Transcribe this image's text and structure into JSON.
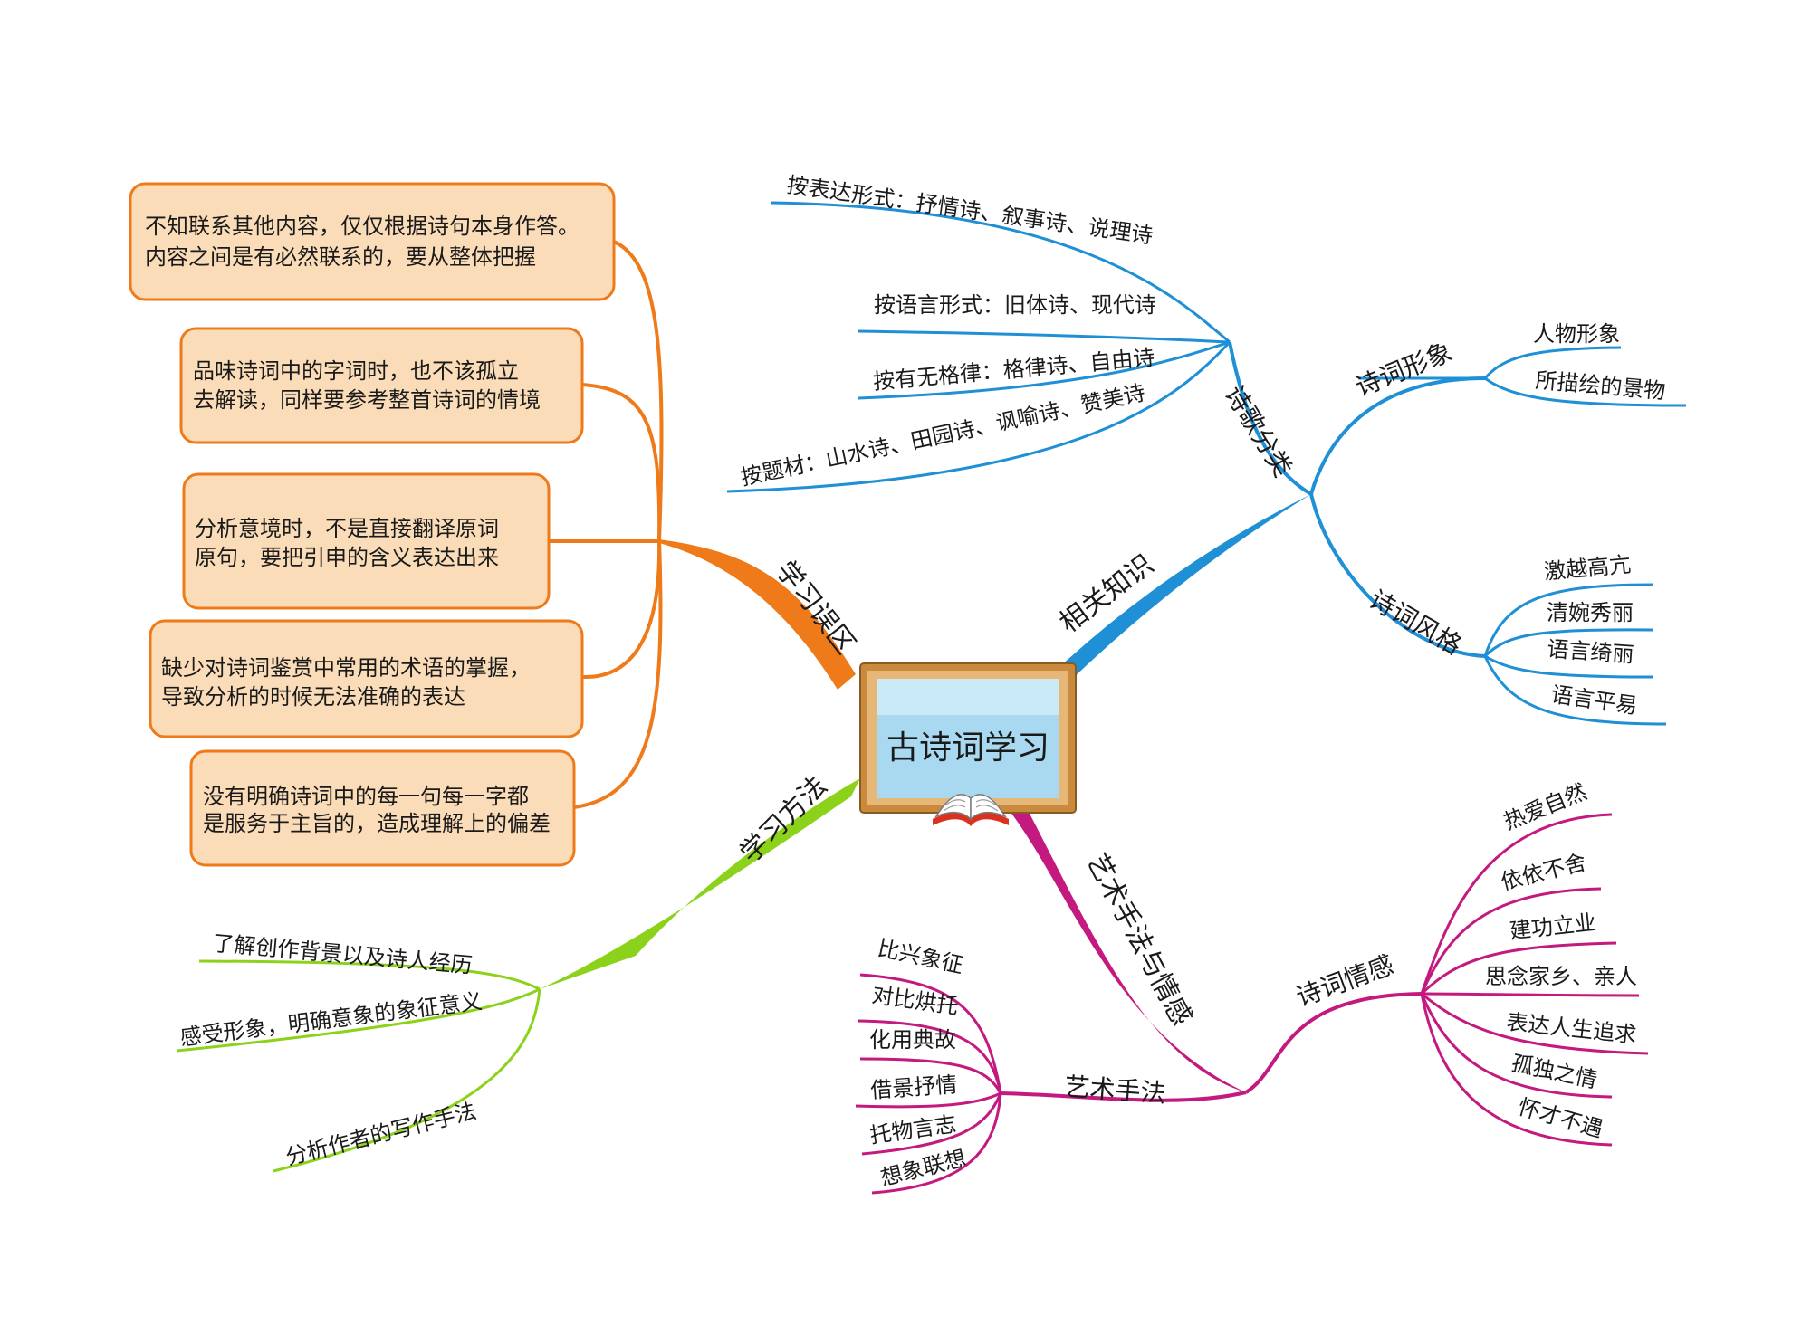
{
  "center": {
    "title": "古诗词学习"
  },
  "colors": {
    "blue": "#1f8fd6",
    "orange": "#ee7a1a",
    "green": "#8cd21a",
    "magenta": "#c4197f",
    "note_fill": "#fbdcb8",
    "board_frame": "#c98a3e",
    "board_screen": "#a9d9f0"
  },
  "branches": {
    "related": {
      "label": "相关知识",
      "poetry_types": {
        "label": "诗歌分类",
        "items": [
          "按表达形式：抒情诗、叙事诗、说理诗",
          "按语言形式：旧体诗、现代诗",
          "按有无格律：格律诗、自由诗",
          "按题材：山水诗、田园诗、讽喻诗、赞美诗"
        ]
      },
      "image": {
        "label": "诗词形象",
        "items": [
          "人物形象",
          "所描绘的景物"
        ]
      },
      "style": {
        "label": "诗词风格",
        "items": [
          "激越高亢",
          "清婉秀丽",
          "语言绮丽",
          "语言平易"
        ]
      }
    },
    "mistakes": {
      "label": "学习误区",
      "notes": [
        [
          "不知联系其他内容，仅仅根据诗句本身作答。",
          "内容之间是有必然联系的，要从整体把握"
        ],
        [
          "品味诗词中的字词时，也不该孤立",
          "去解读，同样要参考整首诗词的情境"
        ],
        [
          "分析意境时，不是直接翻译原词",
          "原句，要把引申的含义表达出来"
        ],
        [
          "缺少对诗词鉴赏中常用的术语的掌握，",
          "导致分析的时候无法准确的表达"
        ],
        [
          "没有明确诗词中的每一句每一字都",
          "是服务于主旨的，造成理解上的偏差"
        ]
      ]
    },
    "methods": {
      "label": "学习方法",
      "items": [
        "了解创作背景以及诗人经历",
        "感受形象，明确意象的象征意义",
        "分析作者的写作手法"
      ]
    },
    "art": {
      "label": "艺术手法与情感",
      "techniques": {
        "label": "艺术手法",
        "items": [
          "比兴象征",
          "对比烘托",
          "化用典故",
          "借景抒情",
          "托物言志",
          "想象联想"
        ]
      },
      "emotions": {
        "label": "诗词情感",
        "items": [
          "热爱自然",
          "依依不舍",
          "建功立业",
          "思念家乡、亲人",
          "表达人生追求",
          "孤独之情",
          "怀才不遇"
        ]
      }
    }
  }
}
